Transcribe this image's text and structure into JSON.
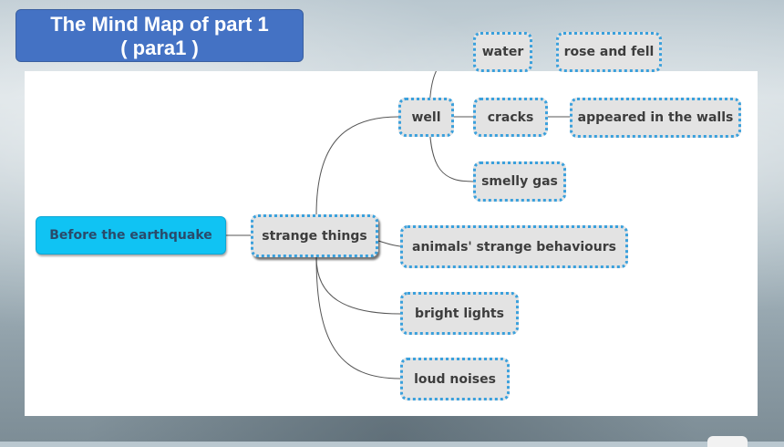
{
  "title": {
    "line1": "The Mind Map of part 1",
    "line2": "( para1 )"
  },
  "mindmap": {
    "root": "Before the earthquake",
    "branch": "strange things",
    "well": "well",
    "water": "water",
    "rose_and_fell": "rose and fell",
    "cracks": "cracks",
    "appeared_in_walls": "appeared in the walls",
    "smelly_gas": "smelly gas",
    "animals": "animals' strange behaviours",
    "bright_lights": "bright lights",
    "loud_noises": "loud noises"
  },
  "colors": {
    "title_fill": "#4472c4",
    "root_fill": "#10c3f3",
    "node_fill": "#e3e3e3",
    "node_border": "#3aa0dc",
    "connector": "#555555"
  }
}
